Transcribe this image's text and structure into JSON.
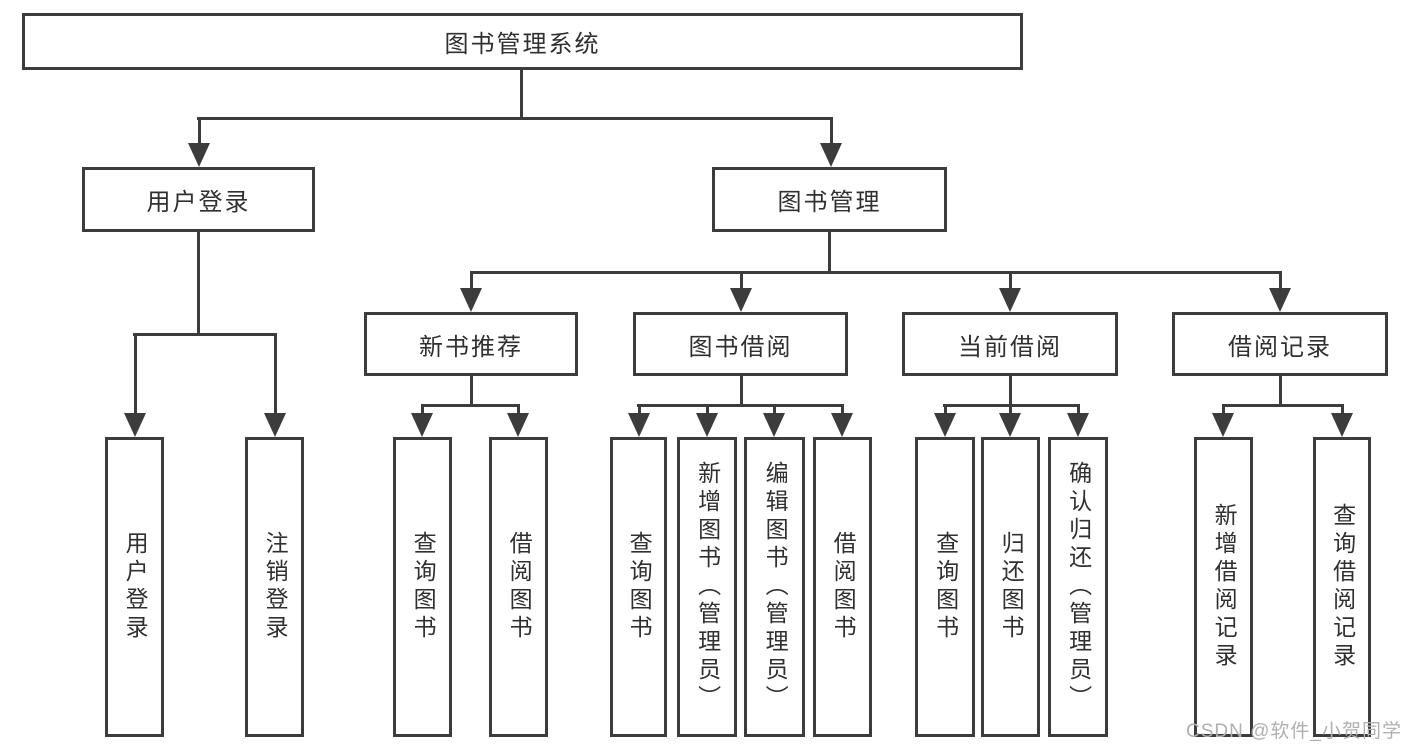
{
  "root": {
    "label": "图书管理系统"
  },
  "branches": {
    "user_login": {
      "label": "用户登录",
      "children": {
        "login": {
          "label": "用户登录"
        },
        "logout": {
          "label": "注销登录"
        }
      }
    },
    "book_management": {
      "label": "图书管理",
      "children": {
        "new_book_recommendation": {
          "label": "新书推荐",
          "children": {
            "query_book": {
              "label": "查询图书"
            },
            "borrow_book": {
              "label": "借阅图书"
            }
          }
        },
        "book_borrowing": {
          "label": "图书借阅",
          "children": {
            "query_book": {
              "label": "查询图书"
            },
            "add_book_admin": {
              "label": "新增图书（管理员）"
            },
            "edit_book_admin": {
              "label": "编辑图书（管理员）"
            },
            "borrow_book": {
              "label": "借阅图书"
            }
          }
        },
        "current_borrowing": {
          "label": "当前借阅",
          "children": {
            "query_book": {
              "label": "查询图书"
            },
            "return_book": {
              "label": "归还图书"
            },
            "confirm_return_admin": {
              "label": "确认归还（管理员）"
            }
          }
        },
        "borrowing_records": {
          "label": "借阅记录",
          "children": {
            "add_borrow_record": {
              "label": "新增借阅记录"
            },
            "query_borrow_record": {
              "label": "查询借阅记录"
            }
          }
        }
      }
    }
  },
  "watermark": {
    "text": "CSDN @软件_小贺同学"
  },
  "colors": {
    "line": "#3c3c3c",
    "text": "#303030",
    "watermark": "#b0b0b0",
    "background": "#ffffff"
  }
}
